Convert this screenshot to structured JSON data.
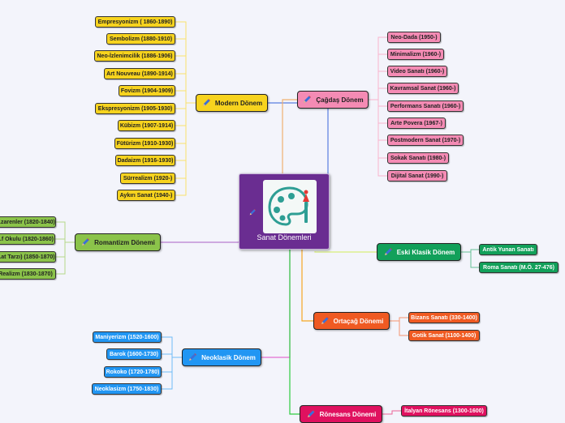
{
  "root": {
    "label": "Sanat Dönemleri",
    "icon": "palette-icon"
  },
  "branches": [
    {
      "key": "modern",
      "label": "Modern Dönem",
      "color": "#f7d31e",
      "line": "#5a7de0",
      "children": [
        "Empresyonizm ( 1860-1890)",
        "Sembolizm (1880-1910)",
        "Neo-İzlenimcilik (1886-1906)",
        "Art Nouveau (1890-1914)",
        "Fovizm (1904-1909)",
        "Ekspresyonizm (1905-1930)",
        "Kübizm (1907-1914)",
        "Fütürizm (1910-1930)",
        "Dadaizm (1916-1930)",
        "Sürrealizm (1920-)",
        "Aykırı Sanat (1940-)"
      ]
    },
    {
      "key": "cagdas",
      "label": "Çağdaş Dönem",
      "color": "#f48bb4",
      "line": "#f0b070",
      "children": [
        "Neo-Dada (1950-)",
        "Minimalizm (1960-)",
        "Video Sanatı (1960-)",
        "Kavramsal Sanat (1960-)",
        "Performans Sanatı (1960-)",
        "Arte Povera (1967-)",
        "Postmodern Sanat (1970-)",
        "Sokak Sanatı (1980-)",
        "Dijital Sanat (1990-)"
      ]
    },
    {
      "key": "romantizm",
      "label": "Romantizm Dönemi",
      "color": "#8bc34a",
      "line": "#b77cd0",
      "children": [
        "...zarenler (1820-1840)",
        "...f Okulu (1820-1860)",
        "...at Tarzı) (1850-1870)",
        "Realizm (1830-1870)"
      ]
    },
    {
      "key": "eski",
      "label": "Eski Klasik Dönem",
      "color": "#12a05a",
      "line": "#d8ef7a",
      "children": [
        "Antik Yunan Sanatı",
        "Roma Sanatı (M.Ö. 27-476)"
      ]
    },
    {
      "key": "ortacag",
      "label": "Ortaçağ Dönemi",
      "color": "#ef5a22",
      "line": "#f5a623",
      "children": [
        "Bizans Sanatı (330-1400)",
        "Gotik Sanat (1100-1400)"
      ]
    },
    {
      "key": "neoklasik",
      "label": "Neoklasik Dönem",
      "color": "#2196f3",
      "line": "#e36fd1",
      "children": [
        "Maniyerizm (1520-1600)",
        "Barok (1600-1730)",
        "Rokoko (1720-1780)",
        "Neoklasizm (1750-1830)"
      ]
    },
    {
      "key": "ronesans",
      "label": "Rönesans Dönemi",
      "color": "#e0115f",
      "line": "#2ecc40",
      "children": [
        "İtalyan Rönesans (1300-1600)"
      ]
    }
  ],
  "icons": {
    "branch_icon": "pencil-icon",
    "root_small_icon": "pencil-icon"
  }
}
